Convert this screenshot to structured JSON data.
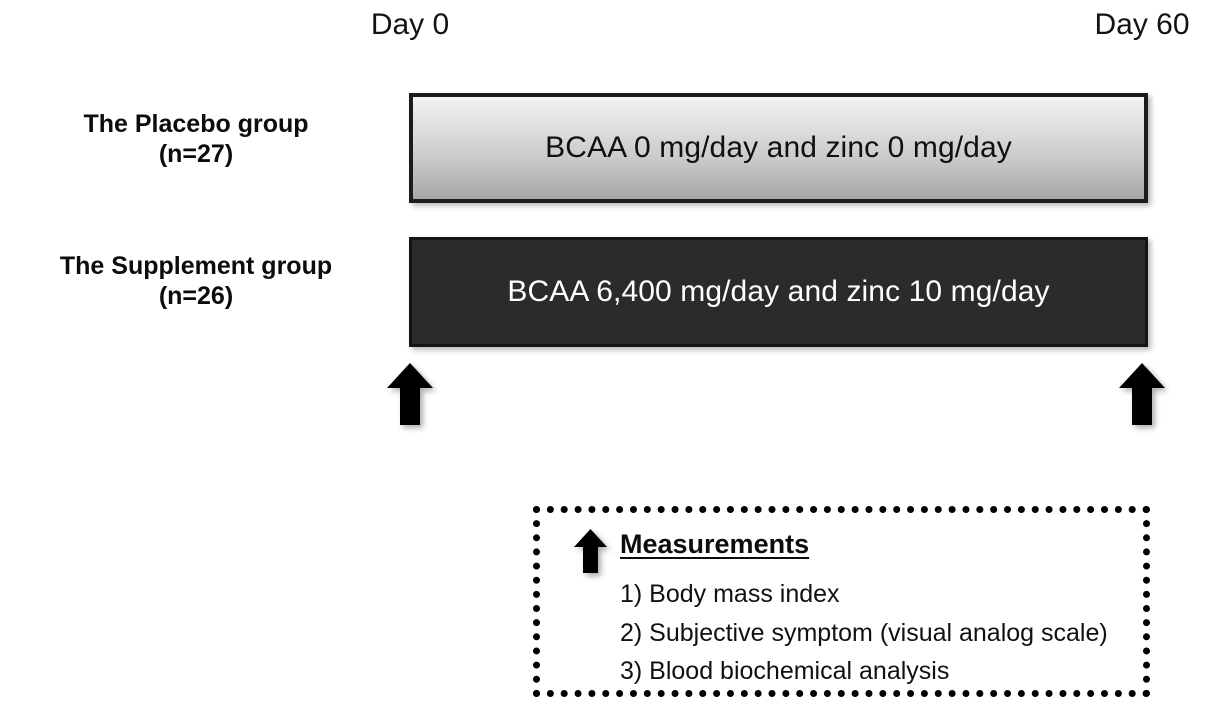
{
  "timeline": {
    "start_label": "Day 0",
    "end_label": "Day 60"
  },
  "groups": [
    {
      "name": "The Placebo group",
      "n_label": "(n=27)",
      "bar_text": "BCAA 0 mg/day and zinc 0 mg/day",
      "bar_fill_top": "#f2f2f2",
      "bar_fill_bottom": "#a6a6a6",
      "bar_text_color": "#101010"
    },
    {
      "name": "The Supplement group",
      "n_label": "(n=26)",
      "bar_text": "BCAA 6,400 mg/day and zinc 10 mg/day",
      "bar_fill_top": "#2b2b2b",
      "bar_fill_bottom": "#2b2b2b",
      "bar_text_color": "#ffffff"
    }
  ],
  "timepoint_markers": {
    "icon": "arrow-up-icon",
    "color": "#000000",
    "count": 2
  },
  "measurements": {
    "icon": "arrow-up-icon",
    "title": "Measurements",
    "items": [
      "1) Body mass index",
      "2) Subjective symptom (visual analog scale)",
      "3) Blood biochemical analysis"
    ],
    "border_color": "#000000",
    "border_style": "dotted"
  }
}
